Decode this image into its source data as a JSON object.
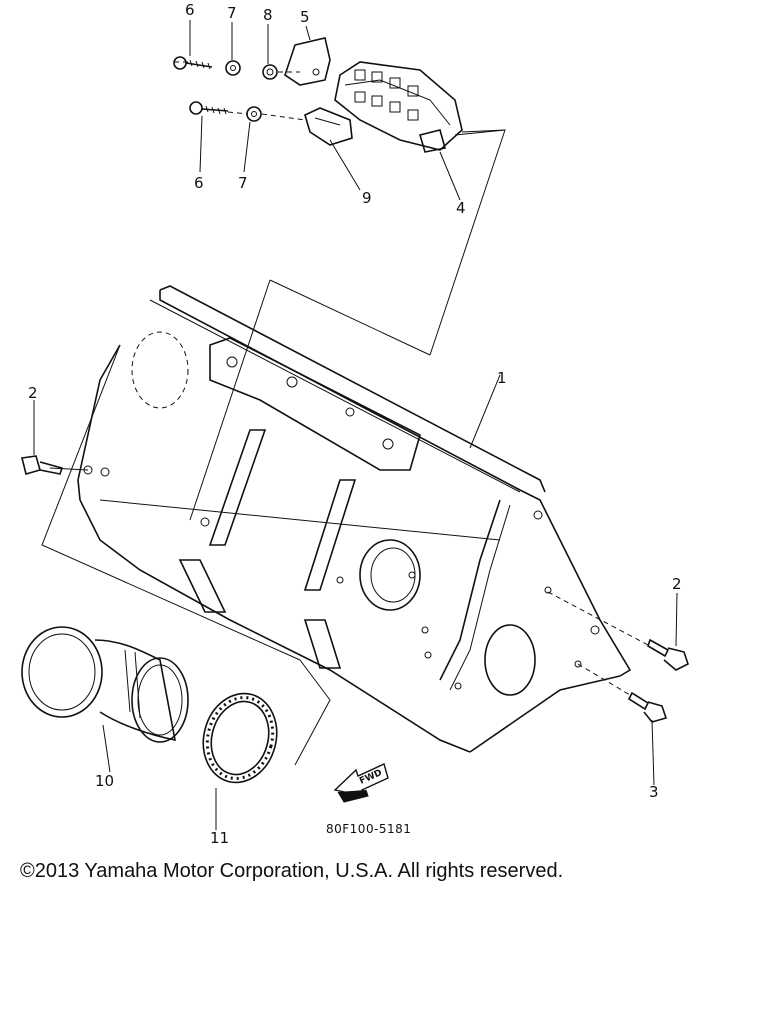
{
  "callouts": {
    "c1": "1",
    "c2_left": "2",
    "c2_right": "2",
    "c3": "3",
    "c4": "4",
    "c5": "5",
    "c6_top": "6",
    "c6_bottom": "6",
    "c7_top": "7",
    "c7_bottom": "7",
    "c8": "8",
    "c9": "9",
    "c10": "10",
    "c11": "11"
  },
  "fwd_label": "FWD",
  "drawing_code": "80F100-5181",
  "copyright": "©2013 Yamaha Motor Corporation, U.S.A. All rights reserved."
}
